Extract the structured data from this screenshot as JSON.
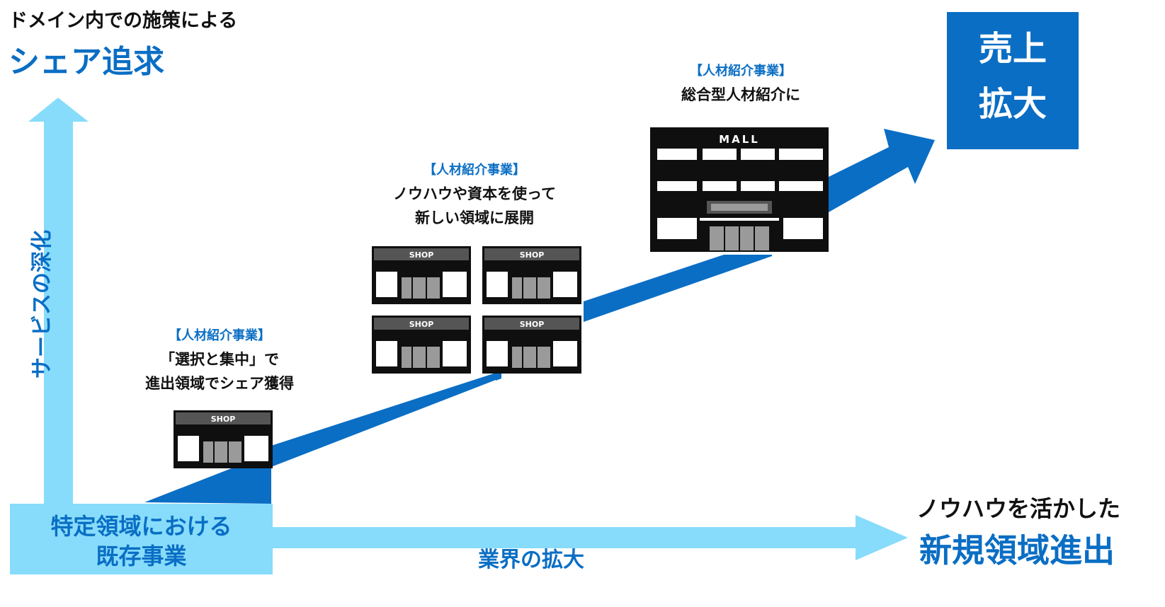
{
  "colors": {
    "light_arrow": "#87dcfb",
    "dark_blue": "#0a6ec4",
    "building": "#0f0f0f",
    "awning": "#555555",
    "door": "#9a9a9a",
    "white": "#ffffff"
  },
  "top_left": {
    "line1": "ドメイン内での施策による",
    "line2": "シェア追求"
  },
  "vertical_axis_label": "サービスの深化",
  "bottom_left_box": {
    "line1": "特定領域における",
    "line2": "既存事業"
  },
  "horizontal_axis_label": "業界の拡大",
  "bottom_right": {
    "line1": "ノウハウを活かした",
    "line2": "新規領域進出"
  },
  "result_box": {
    "line1": "売上",
    "line2": "拡大"
  },
  "stages": [
    {
      "tag": "【人材紹介事業】",
      "lines": [
        "「選択と集中」で",
        "進出領域でシェア獲得"
      ]
    },
    {
      "tag": "【人材紹介事業】",
      "lines": [
        "ノウハウや資本を使って",
        "新しい領域に展開"
      ]
    },
    {
      "tag": "【人材紹介事業】",
      "lines": [
        "総合型人材紹介に"
      ]
    }
  ],
  "shop_sign": "SHOP",
  "mall_sign": "MALL"
}
